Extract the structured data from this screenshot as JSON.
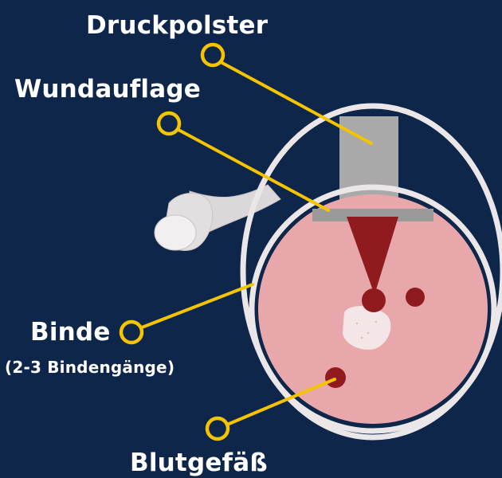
{
  "labels": {
    "druckpolster": "Druckpolster",
    "wundauflage": "Wundauflage",
    "binde": "Binde",
    "binde_sub": "(2-3 Bindengänge)",
    "blutgefaess": "Blutgefäß"
  },
  "colors": {
    "background": "#0f264b",
    "callout": "#f5c400",
    "tissue": "#e8a8ab",
    "bandage": "#ebe7e8",
    "pressure_pad": "#a9a9a9",
    "wound_pad": "#9a9a9a",
    "blood": "#8f1b1e",
    "wound": "#f4e6e6"
  },
  "icons": {
    "callout_marker": "circle-ring"
  }
}
